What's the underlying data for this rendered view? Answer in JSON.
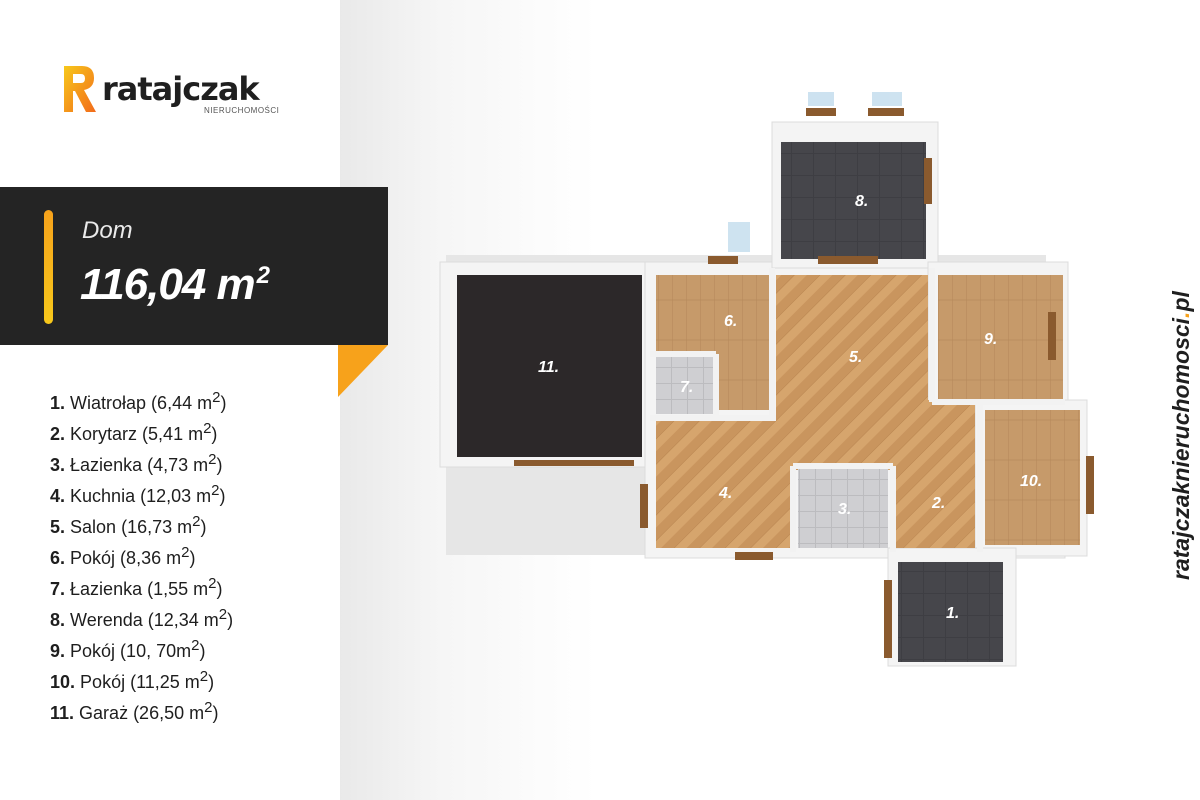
{
  "brand": {
    "name": "ratajczak",
    "subtitle": "NIERUCHOMOŚCI",
    "accent_color": "#f7a21b",
    "website": "ratajczaknieruchomosci",
    "website_dot": ".",
    "website_tld": "pl"
  },
  "property": {
    "type": "Dom",
    "area": "116,04 m",
    "area_unit_sup": "2"
  },
  "rooms": [
    {
      "num": "1.",
      "name": "Wiatrołap (6,44 m",
      "tail": ")"
    },
    {
      "num": "2.",
      "name": "Korytarz (5,41 m",
      "tail": ")"
    },
    {
      "num": "3.",
      "name": "Łazienka (4,73 m",
      "tail": ")"
    },
    {
      "num": "4.",
      "name": "Kuchnia (12,03 m",
      "tail": ")"
    },
    {
      "num": "5.",
      "name": "Salon (16,73 m",
      "tail": ")"
    },
    {
      "num": "6.",
      "name": "Pokój (8,36 m",
      "tail": ")"
    },
    {
      "num": "7.",
      "name": "Łazienka (1,55 m",
      "tail": ")"
    },
    {
      "num": "8.",
      "name": "Werenda (12,34 m",
      "tail": ")"
    },
    {
      "num": "9.",
      "name": "Pokój (10, 70m",
      "tail": ")"
    },
    {
      "num": "10.",
      "name": "Pokój (11,25 m",
      "tail": ")"
    },
    {
      "num": "11.",
      "name": "Garaż (26,50 m",
      "tail": ")"
    }
  ],
  "plan_labels": [
    "1.",
    "2.",
    "3.",
    "4.",
    "5.",
    "6.",
    "7.",
    "8.",
    "9.",
    "10.",
    "11."
  ],
  "colors": {
    "banner": "#242424",
    "wood": "#c99a63",
    "tile_dark": "#3c3c40",
    "tile_light": "#c9c9cb",
    "garage": "#2e2a2b"
  }
}
